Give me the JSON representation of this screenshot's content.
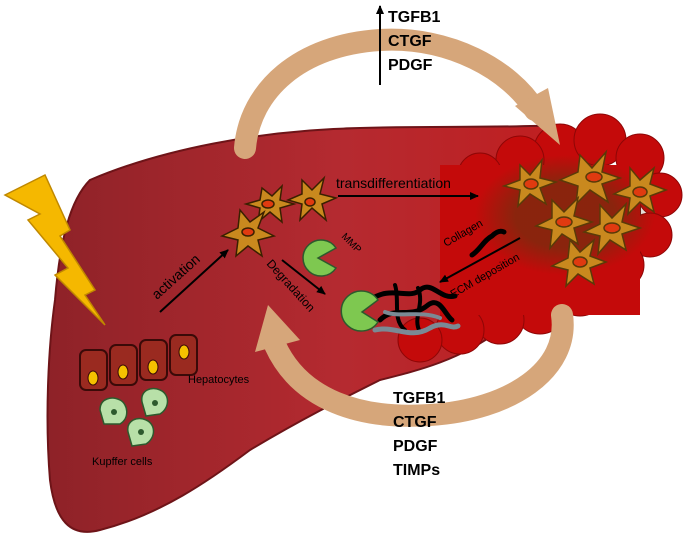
{
  "labels": {
    "top_factors": [
      "TGFB1",
      "CTGF",
      "PDGF"
    ],
    "bottom_factors": [
      "TGFB1",
      "CTGF",
      "PDGF",
      "TIMPs"
    ],
    "transdifferentiation": "transdifferentiation",
    "activation": "activation",
    "mmp": "MMP",
    "degradation": "Degradation",
    "collagen": "Collagen",
    "ecm_deposition": "ECM deposition",
    "hepatocytes": "Hepatocytes",
    "kupffer_cells": "Kupffer cells"
  },
  "colors": {
    "liver": "#b52a30",
    "liver_dark": "#6e1418",
    "fibrotic": "#c40a0a",
    "cycle_arrow": "#d6a67a",
    "lightning": "#f5b800",
    "stellate": "#c9891e",
    "nucleus": "#e03a10",
    "mmp": "#7ec850",
    "kupffer": "#b8e0a8",
    "hepatocyte": "#9a2a20"
  },
  "icons": [
    "lightning-bolt-icon",
    "stellate-cell-icon",
    "activated-stellate-cell-icon",
    "mmp-enzyme-icon",
    "collagen-fiber-icon",
    "hepatocyte-icon",
    "kupffer-cell-icon"
  ]
}
